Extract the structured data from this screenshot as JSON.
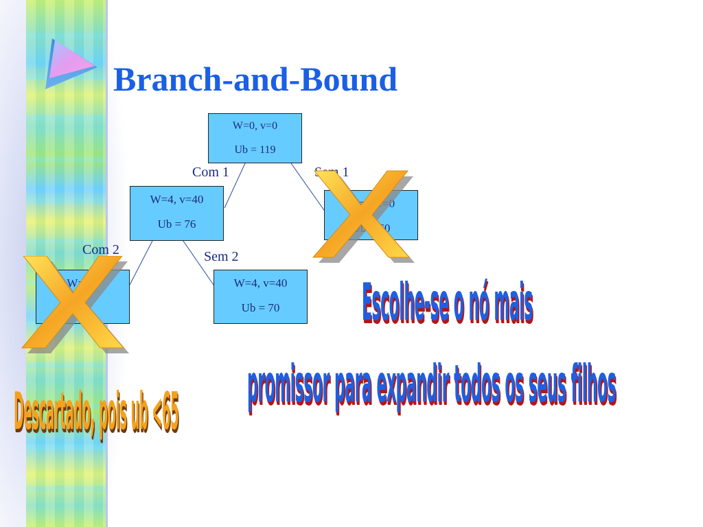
{
  "title": "Branch-and-Bound",
  "nodes": {
    "root": {
      "line1": "W=0, v=0",
      "line2": "Ub = 119"
    },
    "with1": {
      "line1": "W=4, v=40",
      "line2": "Ub = 76"
    },
    "without1": {
      "line1": "W=0, v=0",
      "line2": "Ub = 60"
    },
    "with2": {
      "line1": "W=11,",
      "line2": ""
    },
    "without2": {
      "line1": "W=4, v=40",
      "line2": "Ub = 70"
    }
  },
  "edge_labels": {
    "com1": "Com 1",
    "sem1": "Sem 1",
    "com2": "Com 2",
    "sem2": "Sem 2"
  },
  "notes": {
    "choose_line1": "Escolhe-se o nó mais",
    "choose_line2": "promissor para expandir todos os seus filhos",
    "discard": "Descartado, pois ub <65"
  },
  "colors": {
    "title": "#1a5fe6",
    "node_fill": "#66ccff",
    "choose_text": "#1f5fe0",
    "choose_shadow": "#b31616",
    "discard_text": "#f4a11f",
    "x_mark": "#f5b21e"
  },
  "icons": {
    "decor_arrow": "triangle-arrow-icon",
    "discard_mark": "x-mark-icon"
  }
}
